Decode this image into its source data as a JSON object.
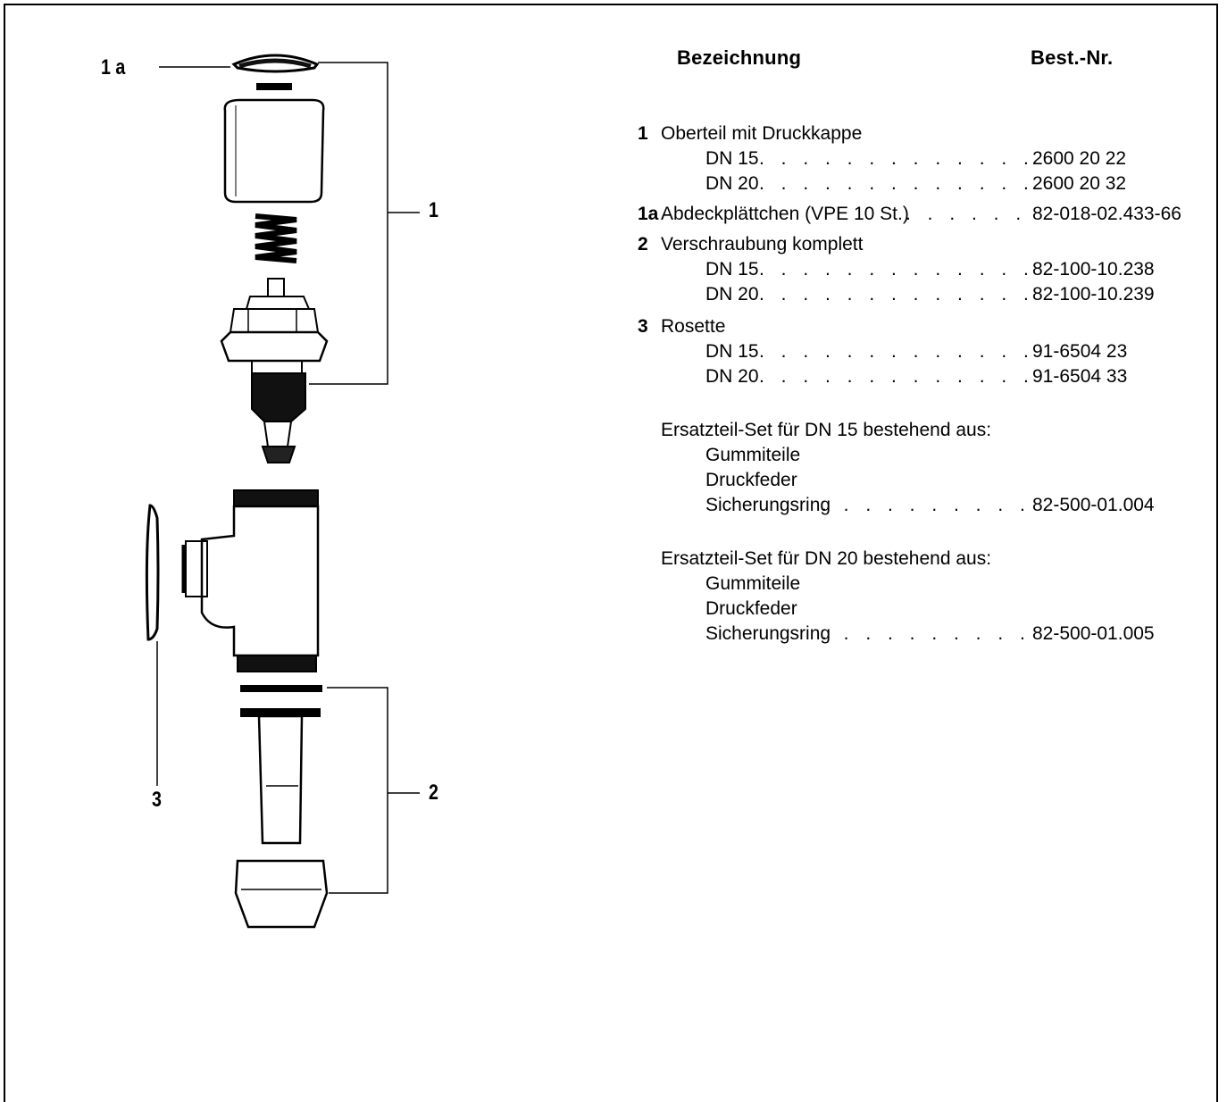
{
  "callouts": {
    "c1a": "1 a",
    "c1": "1",
    "c2": "2",
    "c3": "3"
  },
  "table": {
    "header_name": "Bezeichnung",
    "header_order": "Best.-Nr.",
    "items": [
      {
        "num": "1",
        "name": "Oberteil mit Druckkappe"
      },
      {
        "sub": "DN 15",
        "code": "2600 20 22"
      },
      {
        "sub": "DN 20",
        "code": "2600 20 32"
      },
      {
        "num": "1a",
        "name": "Abdeckplättchen (VPE 10 St.)",
        "code": "82-018-02.433-66"
      },
      {
        "num": "2",
        "name": "Verschraubung komplett"
      },
      {
        "sub": "DN 15",
        "code": "82-100-10.238"
      },
      {
        "sub": "DN 20",
        "code": "82-100-10.239"
      },
      {
        "num": "3",
        "name": "Rosette"
      },
      {
        "sub": "DN 15",
        "code": "91-6504 23"
      },
      {
        "sub": "DN 20",
        "code": "91-6504 33"
      }
    ],
    "sets": [
      {
        "title": "Ersatzteil-Set für DN 15 bestehend aus:",
        "parts": [
          "Gummiteile",
          "Druckfeder",
          "Sicherungsring"
        ],
        "code": "82-500-01.004"
      },
      {
        "title": "Ersatzteil-Set für DN 20 bestehend aus:",
        "parts": [
          "Gummiteile",
          "Druckfeder",
          "Sicherungsring"
        ],
        "code": "82-500-01.005"
      }
    ]
  }
}
